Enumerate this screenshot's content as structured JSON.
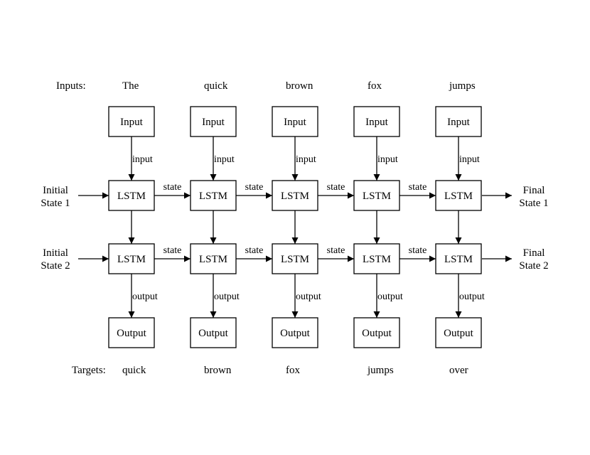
{
  "diagram": {
    "inputs_label": "Inputs:",
    "targets_label": "Targets:",
    "inputs": [
      "The",
      "quick",
      "brown",
      "fox",
      "jumps"
    ],
    "targets": [
      "quick",
      "brown",
      "fox",
      "jumps",
      "over"
    ],
    "input_box_label": "Input",
    "lstm_box_label": "LSTM",
    "output_box_label": "Output",
    "input_edge_label": "input",
    "output_edge_label": "output",
    "state_edge_label": "state",
    "initial_state_1": [
      "Initial",
      "State 1"
    ],
    "initial_state_2": [
      "Initial",
      "State 2"
    ],
    "final_state_1": [
      "Final",
      "State 1"
    ],
    "final_state_2": [
      "Final",
      "State 2"
    ]
  }
}
